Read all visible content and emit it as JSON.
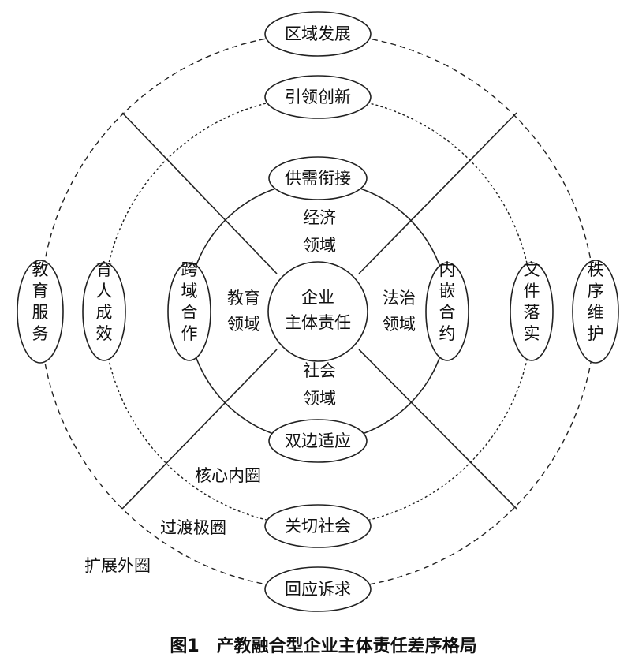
{
  "center": {
    "line1": "企业",
    "line2": "主体责任"
  },
  "domains": {
    "economic": [
      "经济",
      "领域"
    ],
    "education": [
      "教育",
      "领域"
    ],
    "law": [
      "法治",
      "领域"
    ],
    "social": [
      "社会",
      "领域"
    ]
  },
  "inner_ring": {
    "label": "核心内圈",
    "nodes": {
      "top": "供需衔接",
      "left": "跨域合作",
      "right": "内嵌合约",
      "bottom": "双边适应"
    }
  },
  "middle_ring": {
    "label": "过渡极圈",
    "nodes": {
      "top": "引领创新",
      "left": "育人成效",
      "right": "文件落实",
      "bottom": "关切社会"
    }
  },
  "outer_ring": {
    "label": "扩展外圈",
    "nodes": {
      "top": "区域发展",
      "left": "教育服务",
      "right": "秩序维护",
      "bottom": "回应诉求"
    }
  },
  "caption": "图1　产教融合型企业主体责任差序格局"
}
